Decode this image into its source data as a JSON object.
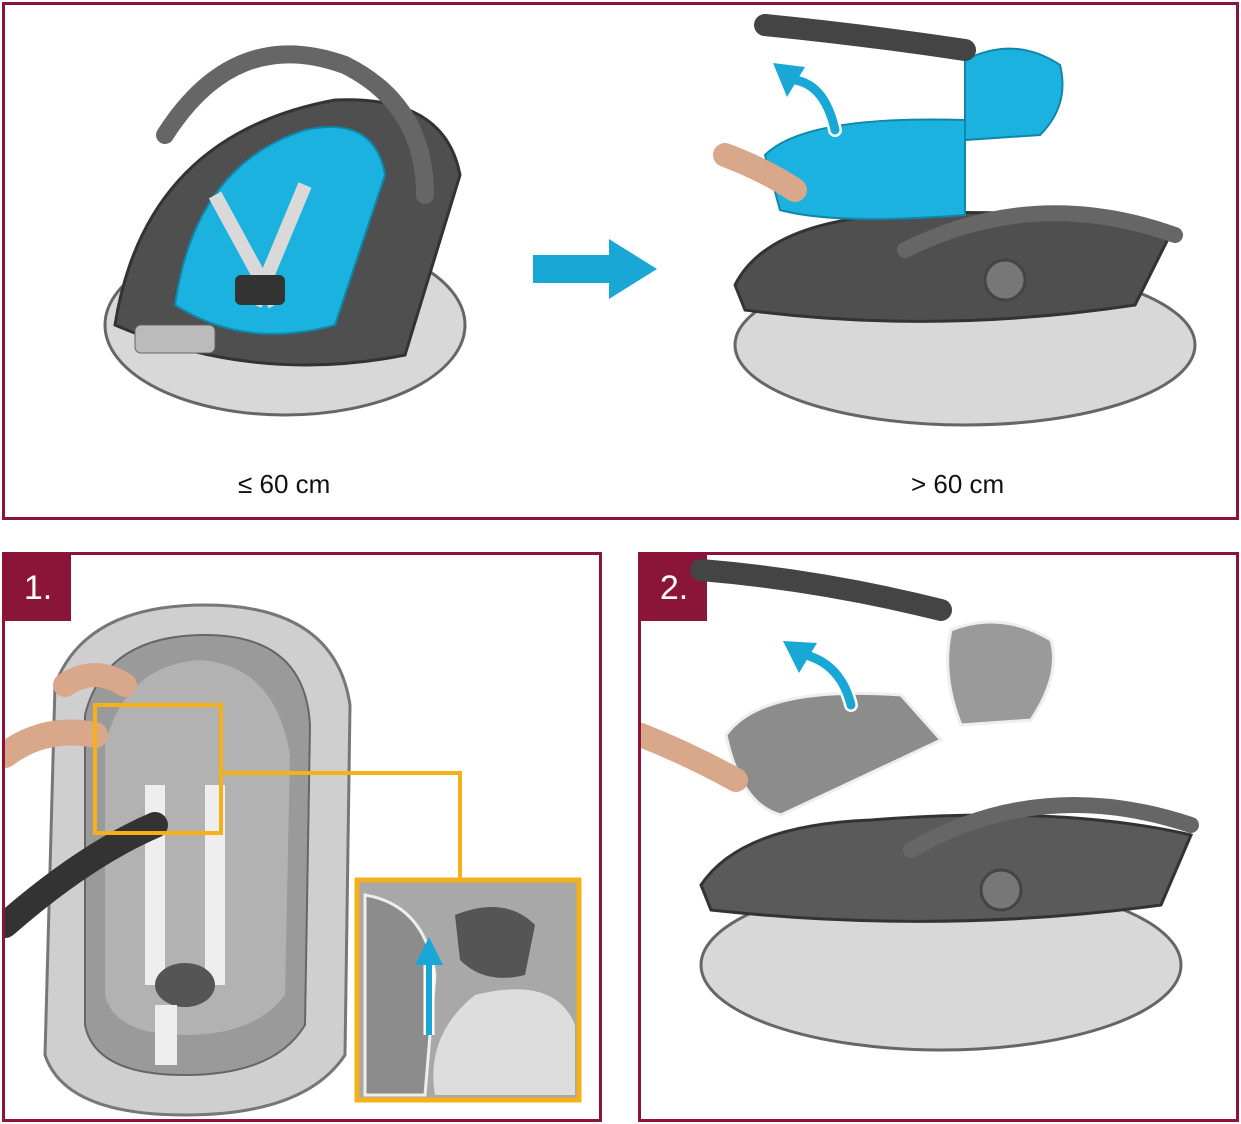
{
  "top_panel": {
    "caption_left": "≤ 60 cm",
    "caption_right": "> 60 cm",
    "accent_color": "#19a8d6"
  },
  "steps": [
    {
      "number": "1."
    },
    {
      "number": "2."
    }
  ],
  "colors": {
    "frame": "#8a1538",
    "highlight": "#f6b11a",
    "accent": "#19a8d6"
  },
  "icons": [
    "car-seat-illustration",
    "arrow-right-icon",
    "lift-arrow-icon",
    "up-arrow-icon",
    "zoom-callout"
  ]
}
